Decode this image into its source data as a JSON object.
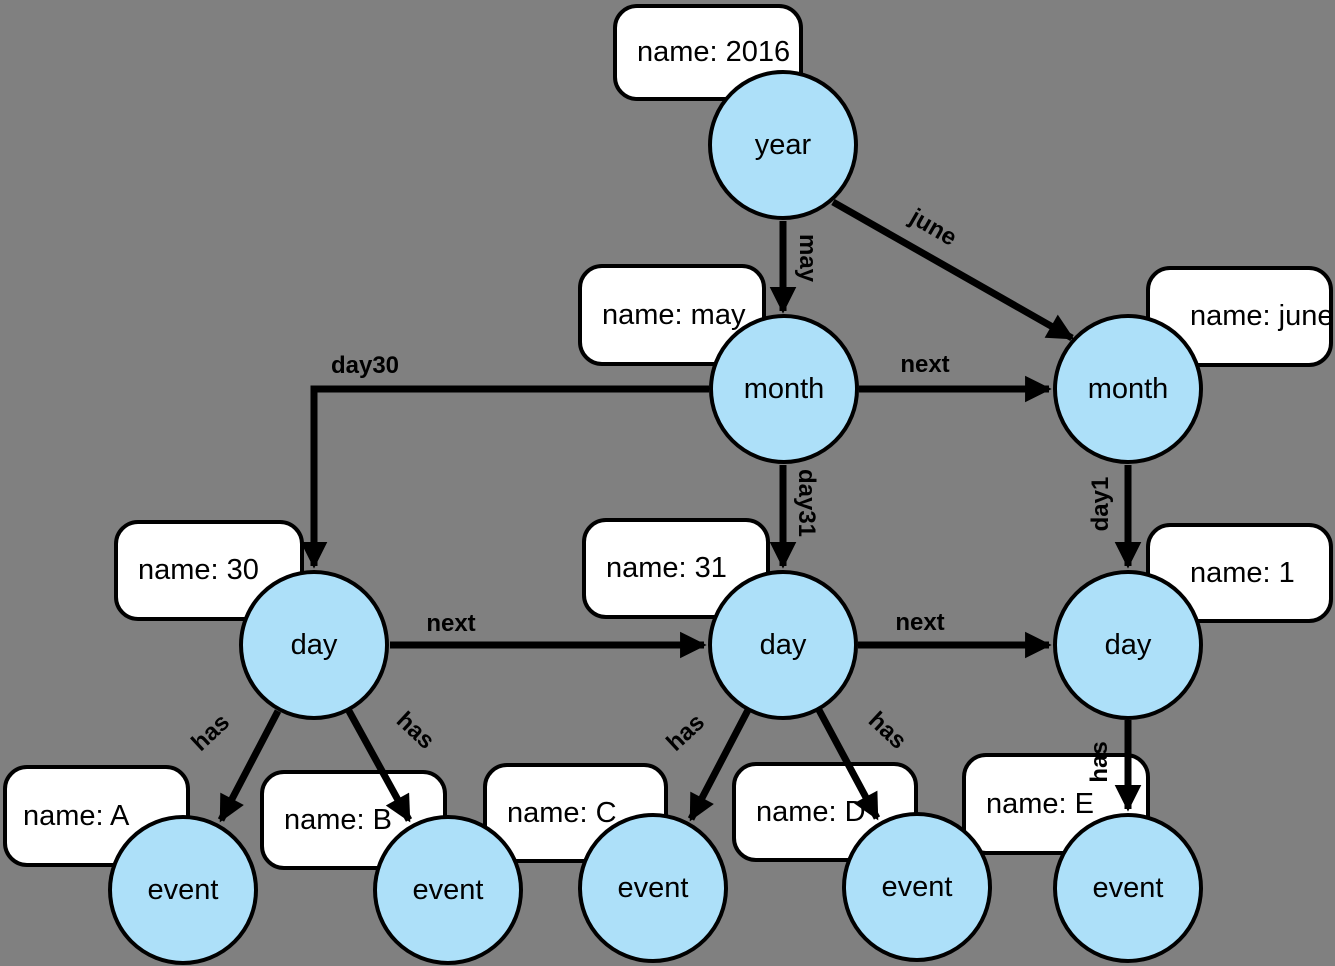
{
  "diagram": {
    "type": "property-graph",
    "colors": {
      "background": "#808080",
      "node_fill": "#ADE0F9",
      "stroke": "#000000",
      "property_box_fill": "#FFFFFF"
    }
  },
  "graph": {
    "nodes": [
      {
        "id": "year",
        "label": "year",
        "property": "name: 2016"
      },
      {
        "id": "month_may",
        "label": "month",
        "property": "name: may"
      },
      {
        "id": "month_june",
        "label": "month",
        "property": "name: june"
      },
      {
        "id": "day_30",
        "label": "day",
        "property": "name: 30"
      },
      {
        "id": "day_31",
        "label": "day",
        "property": "name: 31"
      },
      {
        "id": "day_1",
        "label": "day",
        "property": "name: 1"
      },
      {
        "id": "event_a",
        "label": "event",
        "property": "name: A"
      },
      {
        "id": "event_b",
        "label": "event",
        "property": "name: B"
      },
      {
        "id": "event_c",
        "label": "event",
        "property": "name: C"
      },
      {
        "id": "event_d",
        "label": "event",
        "property": "name: D"
      },
      {
        "id": "event_e",
        "label": "event",
        "property": "name: E"
      }
    ],
    "edges": [
      {
        "from": "year",
        "to": "month_may",
        "label": "may"
      },
      {
        "from": "year",
        "to": "month_june",
        "label": "june"
      },
      {
        "from": "month_may",
        "to": "month_june",
        "label": "next"
      },
      {
        "from": "month_may",
        "to": "day_30",
        "label": "day30"
      },
      {
        "from": "month_may",
        "to": "day_31",
        "label": "day31"
      },
      {
        "from": "month_june",
        "to": "day_1",
        "label": "day1"
      },
      {
        "from": "day_30",
        "to": "day_31",
        "label": "next"
      },
      {
        "from": "day_31",
        "to": "day_1",
        "label": "next"
      },
      {
        "from": "day_30",
        "to": "event_a",
        "label": "has"
      },
      {
        "from": "day_30",
        "to": "event_b",
        "label": "has"
      },
      {
        "from": "day_31",
        "to": "event_c",
        "label": "has"
      },
      {
        "from": "day_31",
        "to": "event_d",
        "label": "has"
      },
      {
        "from": "day_1",
        "to": "event_e",
        "label": "has"
      }
    ]
  }
}
